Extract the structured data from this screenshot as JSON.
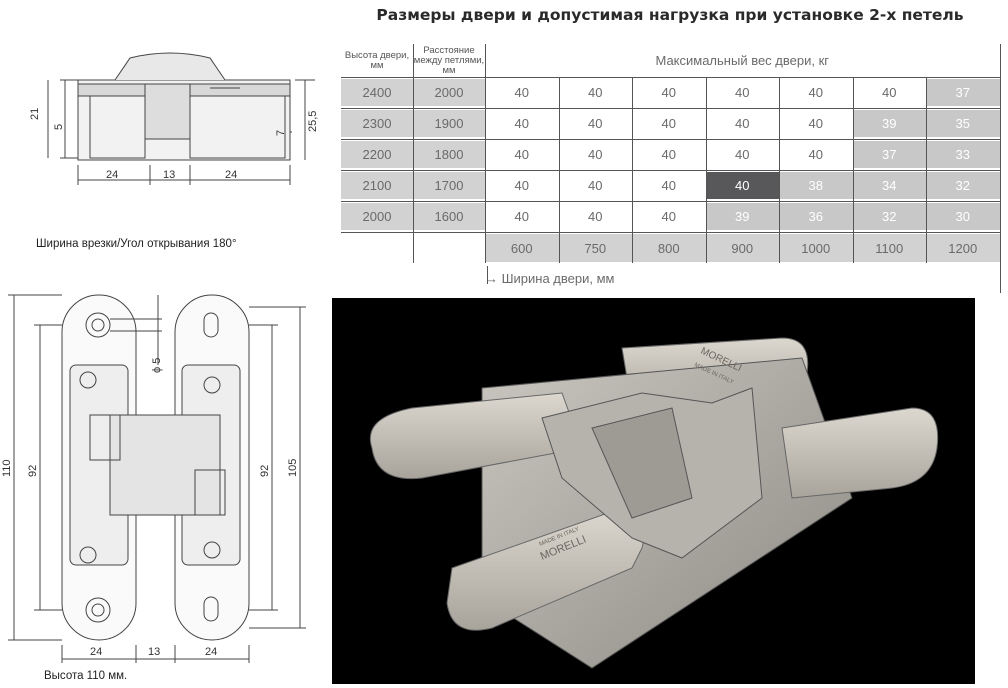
{
  "title": "Размеры двери и допустимая нагрузка при установке 2-х петель",
  "table": {
    "col_height_label": "Высота двери, мм",
    "col_distance_label": "Расстояние между петлями, мм",
    "max_weight_label": "Максимальный вес двери, кг",
    "width_axis_label": "→ Ширина двери, мм",
    "widths": [
      "600",
      "750",
      "800",
      "900",
      "1000",
      "1100",
      "1200"
    ],
    "rows": [
      {
        "height": "2400",
        "distance": "2000",
        "values": [
          "40",
          "40",
          "40",
          "40",
          "40",
          "40",
          "37"
        ]
      },
      {
        "height": "2300",
        "distance": "1900",
        "values": [
          "40",
          "40",
          "40",
          "40",
          "40",
          "39",
          "35"
        ]
      },
      {
        "height": "2200",
        "distance": "1800",
        "values": [
          "40",
          "40",
          "40",
          "40",
          "40",
          "37",
          "33"
        ]
      },
      {
        "height": "2100",
        "distance": "1700",
        "values": [
          "40",
          "40",
          "40",
          "40",
          "38",
          "34",
          "32"
        ]
      },
      {
        "height": "2000",
        "distance": "1600",
        "values": [
          "40",
          "40",
          "40",
          "39",
          "36",
          "32",
          "30"
        ]
      }
    ]
  },
  "top_drawing": {
    "dims": [
      "21",
      "5",
      "7",
      "25,5",
      "24",
      "13",
      "24"
    ],
    "caption": "Ширина врезки/Угол открывания 180°"
  },
  "front_drawing": {
    "dims": [
      "110",
      "92",
      "92",
      "105",
      "ϕ 5",
      "24",
      "13",
      "24"
    ],
    "caption": "Высота 110 мм."
  },
  "photo": {
    "brand_text": "MORELLI",
    "made_in": "MADE IN ITALY"
  }
}
